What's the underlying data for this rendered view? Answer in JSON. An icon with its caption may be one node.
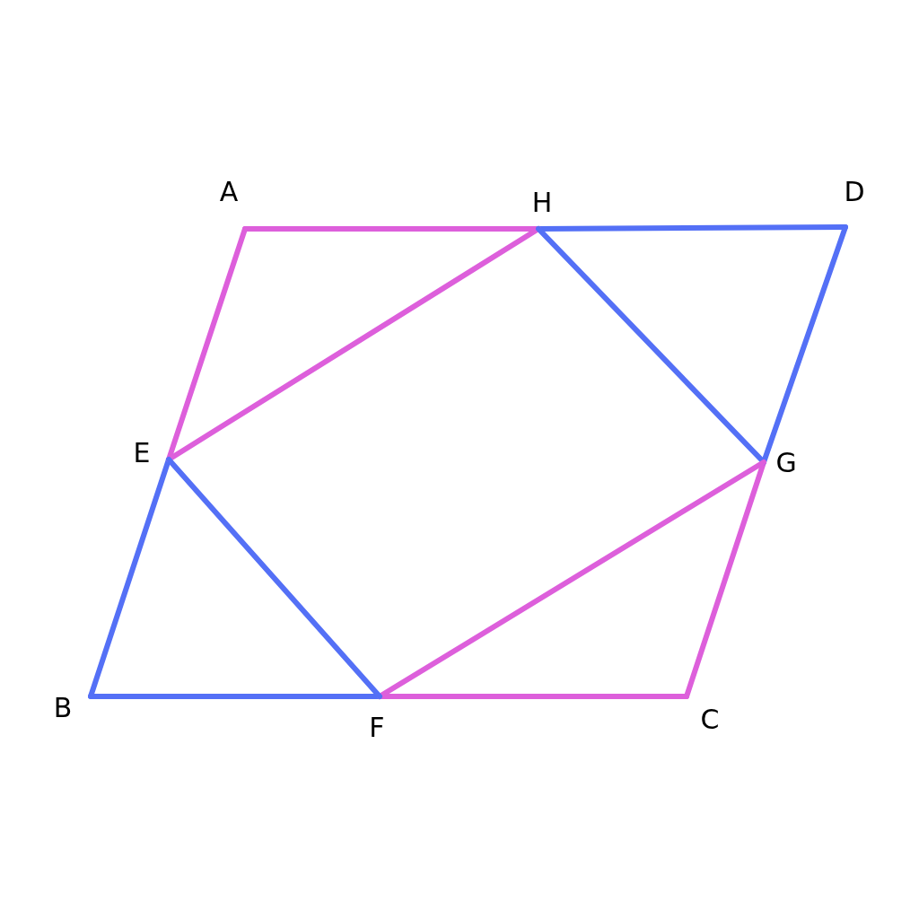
{
  "diagram": {
    "nodes": [
      {
        "text": [
          "A"
        ]
      },
      {
        "text": [
          "H"
        ]
      },
      {
        "text": [
          "D"
        ]
      },
      {
        "text": [
          "E"
        ]
      },
      {
        "text": [
          "G"
        ]
      },
      {
        "text": [
          "B"
        ]
      },
      {
        "text": [
          "F"
        ]
      },
      {
        "text": [
          "C"
        ]
      }
    ],
    "edges": [
      {
        "from": 0,
        "to": 1,
        "arrow": "none",
        "color": "#dd5fdb"
      },
      {
        "from": 1,
        "to": 2,
        "arrow": "none",
        "color": "#5470f6"
      },
      {
        "from": 2,
        "to": 4,
        "arrow": "none",
        "color": "#5470f6"
      },
      {
        "from": 4,
        "to": 7,
        "arrow": "none",
        "color": "#dd5fdb"
      },
      {
        "from": 7,
        "to": 6,
        "arrow": "none",
        "color": "#dd5fdb"
      },
      {
        "from": 6,
        "to": 5,
        "arrow": "none",
        "color": "#5470f6"
      },
      {
        "from": 5,
        "to": 3,
        "arrow": "none",
        "color": "#5470f6"
      },
      {
        "from": 3,
        "to": 0,
        "arrow": "none",
        "color": "#dd5fdb"
      },
      {
        "from": 3,
        "to": 1,
        "arrow": "none",
        "color": "#dd5fdb"
      },
      {
        "from": 1,
        "to": 4,
        "arrow": "none",
        "color": "#5470f6"
      },
      {
        "from": 4,
        "to": 6,
        "arrow": "none",
        "color": "#dd5fdb"
      },
      {
        "from": 6,
        "to": 3,
        "arrow": "none",
        "color": "#5470f6"
      }
    ]
  }
}
